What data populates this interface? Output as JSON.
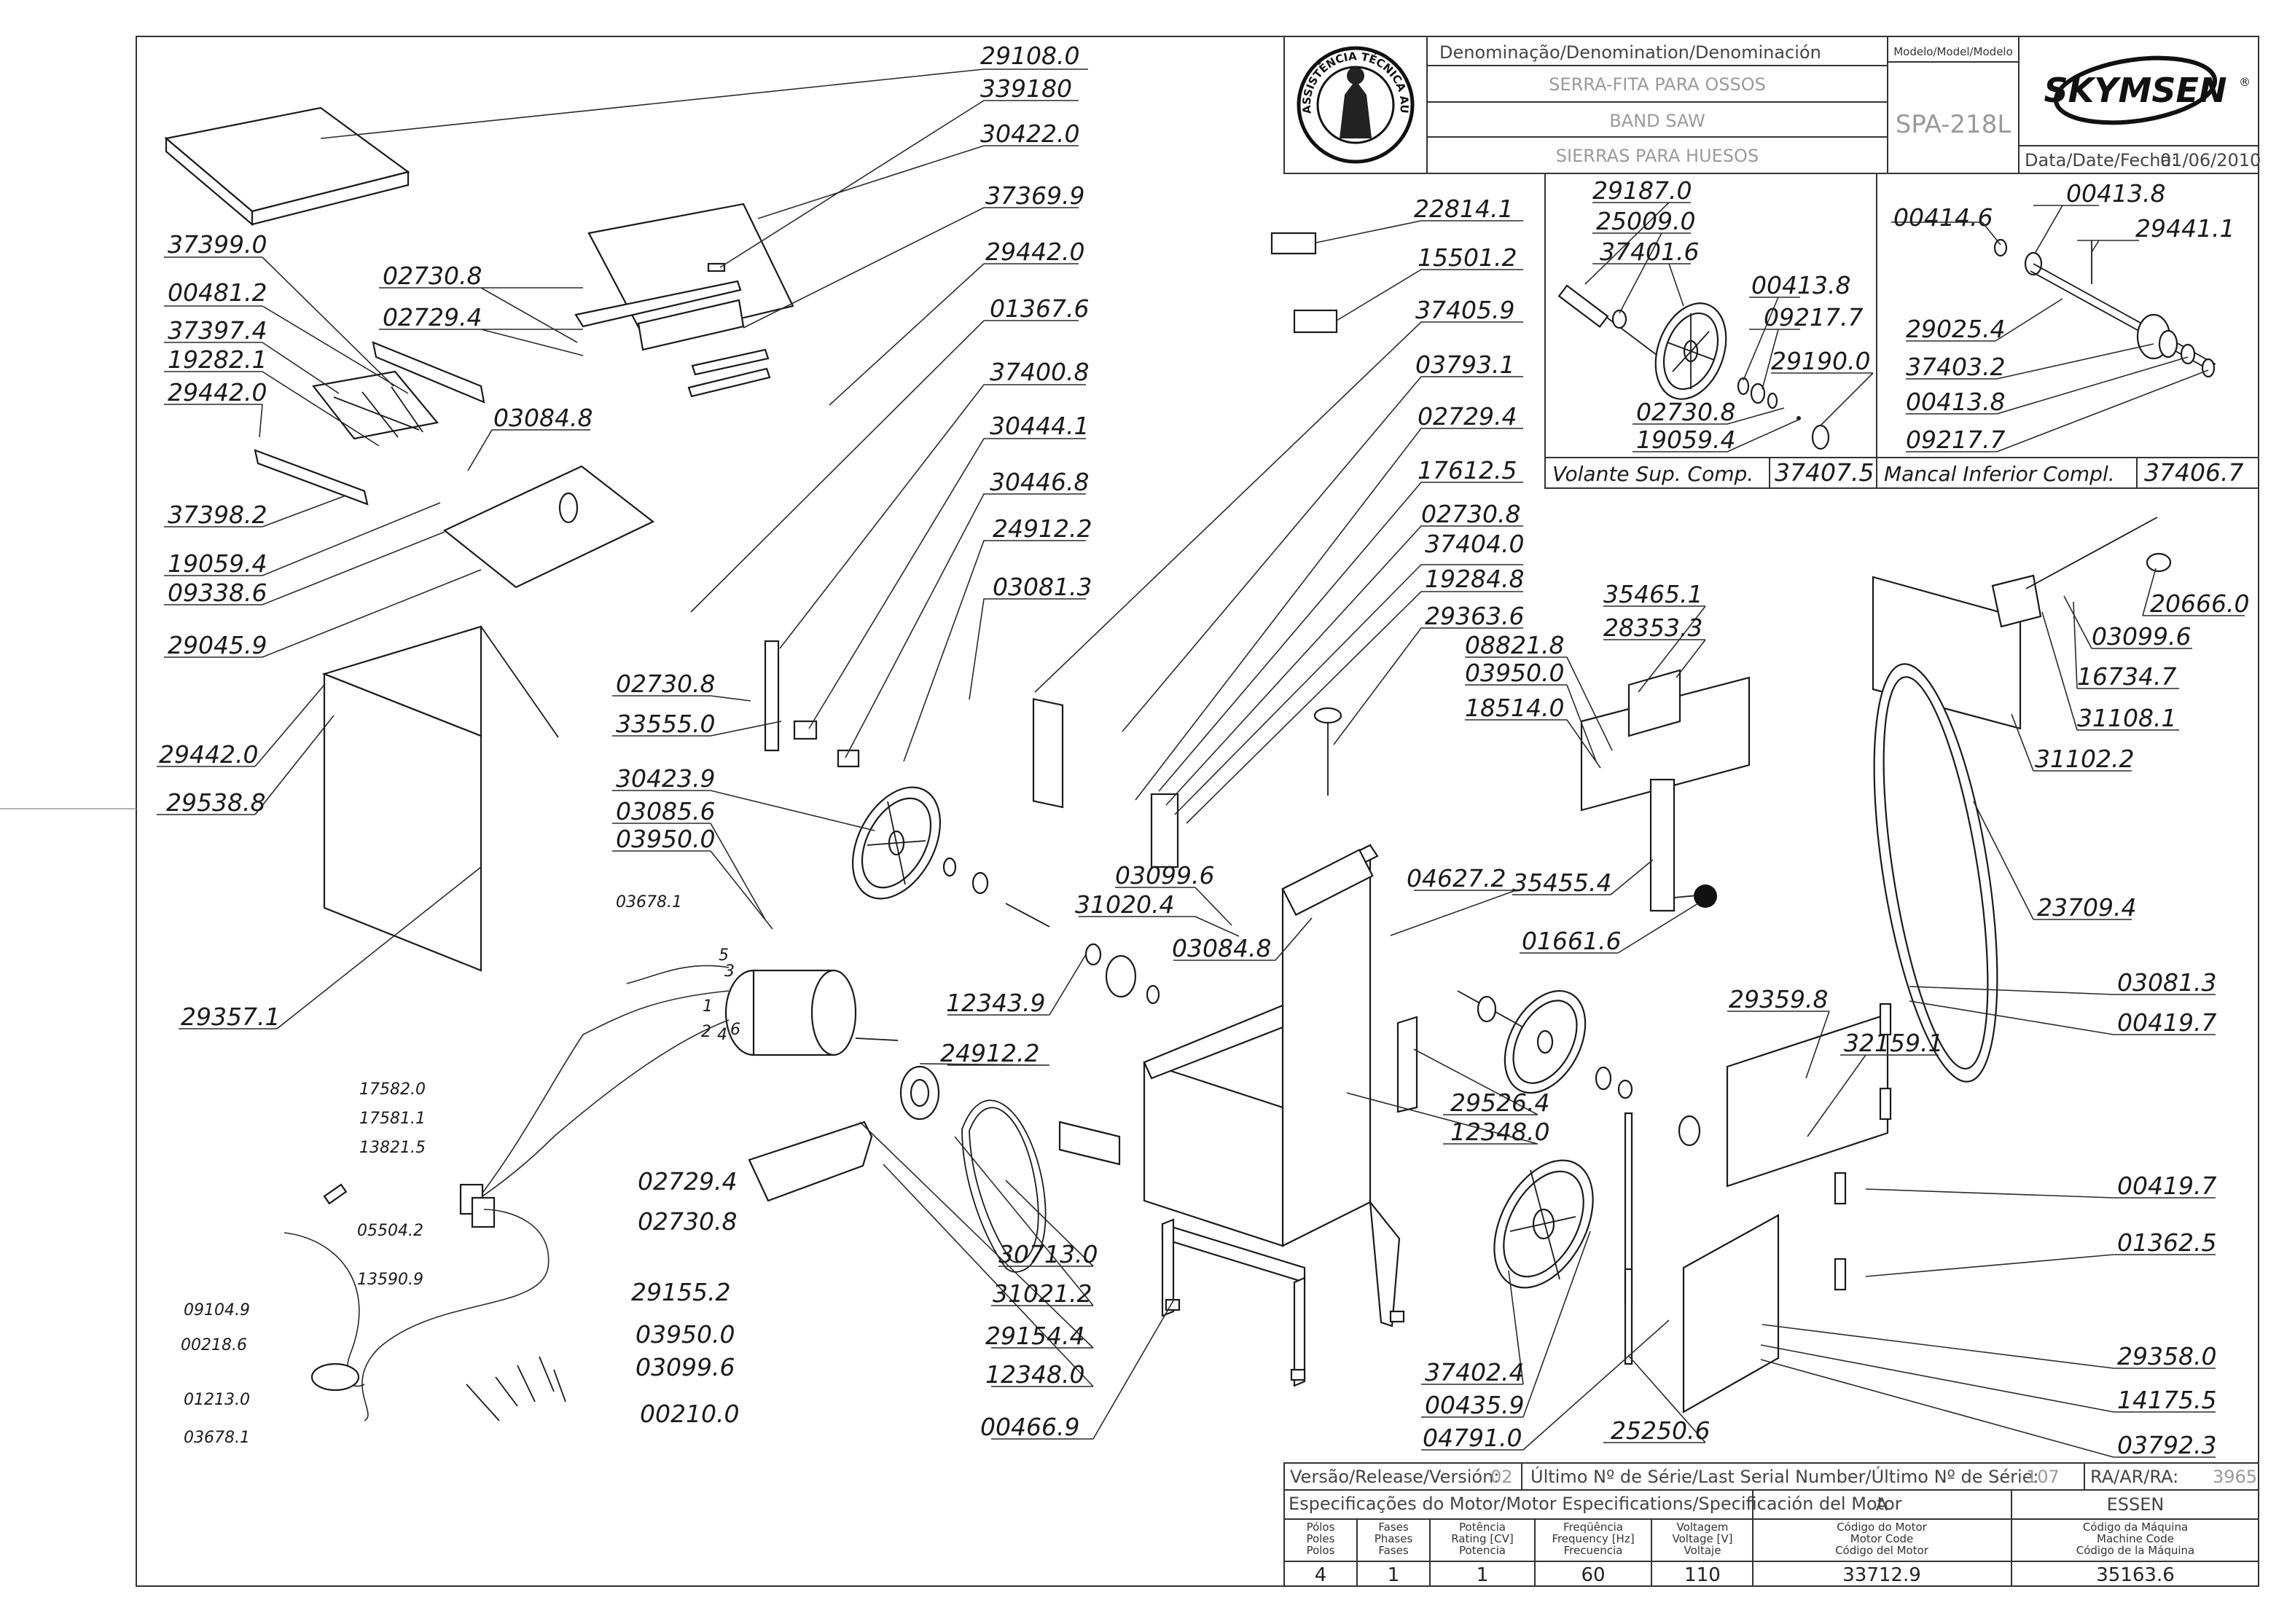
{
  "title_block": {
    "denomination_header": "Denominação/Denomination/Denominación",
    "name_pt": "SERRA-FITA PARA OSSOS",
    "name_en": "BAND SAW",
    "name_es": "SIERRAS PARA HUESOS",
    "model_header": "Modelo/Model/Modelo",
    "model": "SPA-218L",
    "brand": "SKYMSEN",
    "brand_mark": "®",
    "date_label": "Data/Date/Fecha:",
    "date": "01/06/2010",
    "seal_text": "ASSISTÊNCIA TÉCNICA AUTORIZADA"
  },
  "kits": {
    "upper_wheel": {
      "name": "Volante Sup. Comp.",
      "code": "37407.5",
      "parts": [
        "29187.0",
        "25009.0",
        "37401.6",
        "00413.8",
        "09217.7",
        "29190.0",
        "02730.8",
        "19059.4"
      ]
    },
    "lower_bearing": {
      "name": "Mancal Inferior Compl.",
      "code": "37406.7",
      "parts": [
        "00414.6",
        "00413.8",
        "29441.1",
        "29025.4",
        "37403.2",
        "00413.8",
        "09217.7"
      ]
    }
  },
  "part_labels": [
    {
      "id": "29108.0",
      "small": false
    },
    {
      "id": "339180",
      "small": false
    },
    {
      "id": "30422.0",
      "small": false
    },
    {
      "id": "37369.9",
      "small": false
    },
    {
      "id": "29442.0",
      "small": false
    },
    {
      "id": "01367.6",
      "small": false
    },
    {
      "id": "37399.0",
      "small": false
    },
    {
      "id": "00481.2",
      "small": false
    },
    {
      "id": "37397.4",
      "small": false
    },
    {
      "id": "19282.1",
      "small": false
    },
    {
      "id": "29442.0",
      "small": false
    },
    {
      "id": "02730.8",
      "small": false
    },
    {
      "id": "02729.4",
      "small": false
    },
    {
      "id": "03084.8",
      "small": false
    },
    {
      "id": "37398.2",
      "small": false
    },
    {
      "id": "19059.4",
      "small": false
    },
    {
      "id": "09338.6",
      "small": false
    },
    {
      "id": "29045.9",
      "small": false
    },
    {
      "id": "29442.0",
      "small": false
    },
    {
      "id": "29538.8",
      "small": false
    },
    {
      "id": "29357.1",
      "small": false
    },
    {
      "id": "37400.8",
      "small": false
    },
    {
      "id": "30444.1",
      "small": false
    },
    {
      "id": "30446.8",
      "small": false
    },
    {
      "id": "24912.2",
      "small": false
    },
    {
      "id": "03081.3",
      "small": false
    },
    {
      "id": "02730.8",
      "small": false
    },
    {
      "id": "33555.0",
      "small": false
    },
    {
      "id": "30423.9",
      "small": false
    },
    {
      "id": "03085.6",
      "small": false
    },
    {
      "id": "03950.0",
      "small": false
    },
    {
      "id": "03678.1",
      "small": true
    },
    {
      "id": "17582.0",
      "small": true
    },
    {
      "id": "17581.1",
      "small": true
    },
    {
      "id": "13821.5",
      "small": true
    },
    {
      "id": "05504.2",
      "small": true
    },
    {
      "id": "13590.9",
      "small": true
    },
    {
      "id": "09104.9",
      "small": true
    },
    {
      "id": "00218.6",
      "small": true
    },
    {
      "id": "01213.0",
      "small": true
    },
    {
      "id": "03678.1",
      "small": true
    },
    {
      "id": "00210.0",
      "small": false
    },
    {
      "id": "02729.4",
      "small": false
    },
    {
      "id": "02730.8",
      "small": false
    },
    {
      "id": "29155.2",
      "small": false
    },
    {
      "id": "03950.0",
      "small": false
    },
    {
      "id": "03099.6",
      "small": false
    },
    {
      "id": "24912.2",
      "small": false
    },
    {
      "id": "12343.9",
      "small": false
    },
    {
      "id": "31020.4",
      "small": false
    },
    {
      "id": "03099.6",
      "small": false
    },
    {
      "id": "03084.8",
      "small": false
    },
    {
      "id": "30713.0",
      "small": false
    },
    {
      "id": "31021.2",
      "small": false
    },
    {
      "id": "29154.4",
      "small": false
    },
    {
      "id": "12348.0",
      "small": false
    },
    {
      "id": "00466.9",
      "small": false
    },
    {
      "id": "22814.1",
      "small": false
    },
    {
      "id": "15501.2",
      "small": false
    },
    {
      "id": "37405.9",
      "small": false
    },
    {
      "id": "03793.1",
      "small": false
    },
    {
      "id": "02729.4",
      "small": false
    },
    {
      "id": "17612.5",
      "small": false
    },
    {
      "id": "02730.8",
      "small": false
    },
    {
      "id": "37404.0",
      "small": false
    },
    {
      "id": "19284.8",
      "small": false
    },
    {
      "id": "29363.6",
      "small": false
    },
    {
      "id": "04627.2",
      "small": false
    },
    {
      "id": "29526.4",
      "small": false
    },
    {
      "id": "12348.0",
      "small": false
    },
    {
      "id": "37402.4",
      "small": false
    },
    {
      "id": "00435.9",
      "small": false
    },
    {
      "id": "04791.0",
      "small": false
    },
    {
      "id": "25250.6",
      "small": false
    },
    {
      "id": "35465.1",
      "small": false
    },
    {
      "id": "28353.3",
      "small": false
    },
    {
      "id": "08821.8",
      "small": false
    },
    {
      "id": "03950.0",
      "small": false
    },
    {
      "id": "18514.0",
      "small": false
    },
    {
      "id": "35455.4",
      "small": false
    },
    {
      "id": "01661.6",
      "small": false
    },
    {
      "id": "20666.0",
      "small": false
    },
    {
      "id": "03099.6",
      "small": false
    },
    {
      "id": "16734.7",
      "small": false
    },
    {
      "id": "31108.1",
      "small": false
    },
    {
      "id": "31102.2",
      "small": false
    },
    {
      "id": "23709.4",
      "small": false
    },
    {
      "id": "29359.8",
      "small": false
    },
    {
      "id": "03081.3",
      "small": false
    },
    {
      "id": "00419.7",
      "small": false
    },
    {
      "id": "32159.1",
      "small": false
    },
    {
      "id": "00419.7",
      "small": false
    },
    {
      "id": "01362.5",
      "small": false
    },
    {
      "id": "29358.0",
      "small": false
    },
    {
      "id": "14175.5",
      "small": false
    },
    {
      "id": "03792.3",
      "small": false
    }
  ],
  "motor_wire_numbers": [
    "5",
    "3",
    "1",
    "2",
    "4",
    "6"
  ],
  "footer": {
    "version_label": "Versão/Release/Versión:",
    "version": "02",
    "serial_label": "Último Nº de Série/Last Serial Number/Último Nº de Série:",
    "serial": "107",
    "ra_label": "RA/AR/RA:",
    "ra": "3965",
    "motor_spec_label": "Especificações do Motor/Motor Especifications/Specificación del Motor",
    "motor_letter": "A",
    "motor_maker": "ESSEN",
    "columns": [
      {
        "header": [
          "Pólos",
          "Poles",
          "Polos"
        ],
        "value": "4"
      },
      {
        "header": [
          "Fases",
          "Phases",
          "Fases"
        ],
        "value": "1"
      },
      {
        "header": [
          "Potência",
          "Rating [CV]",
          "Potencia"
        ],
        "value": "1"
      },
      {
        "header": [
          "Freqüência",
          "Frequency [Hz]",
          "Frecuencia"
        ],
        "value": "60"
      },
      {
        "header": [
          "Voltagem",
          "Voltage [V]",
          "Voltaje"
        ],
        "value": "110"
      },
      {
        "header": [
          "Código do Motor",
          "Motor Code",
          "Código del Motor"
        ],
        "value": "33712.9"
      },
      {
        "header": [
          "Código da Máquina",
          "Machine Code",
          "Código de la Máquina"
        ],
        "value": "35163.6"
      }
    ]
  }
}
